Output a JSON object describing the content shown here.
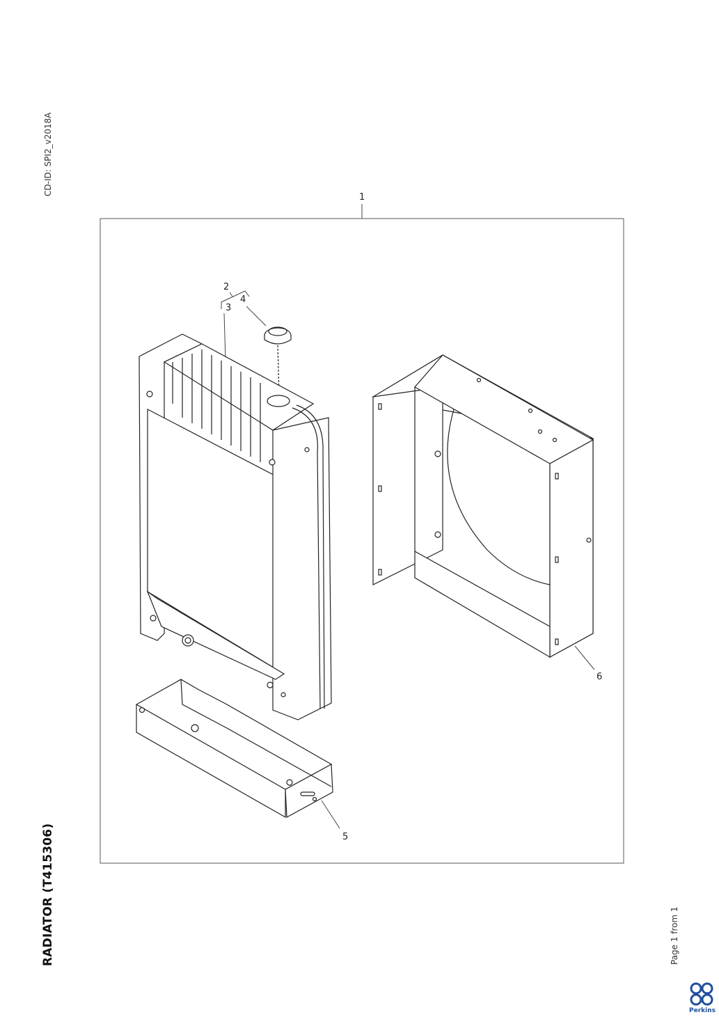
{
  "document": {
    "cd_id": "CD-ID: SPI2_v2018A",
    "title": "RADIATOR (T415306)",
    "page": "Page 1 from 1",
    "brand": "Perkins"
  },
  "callouts": [
    "1",
    "2",
    "3",
    "4",
    "5",
    "6"
  ]
}
